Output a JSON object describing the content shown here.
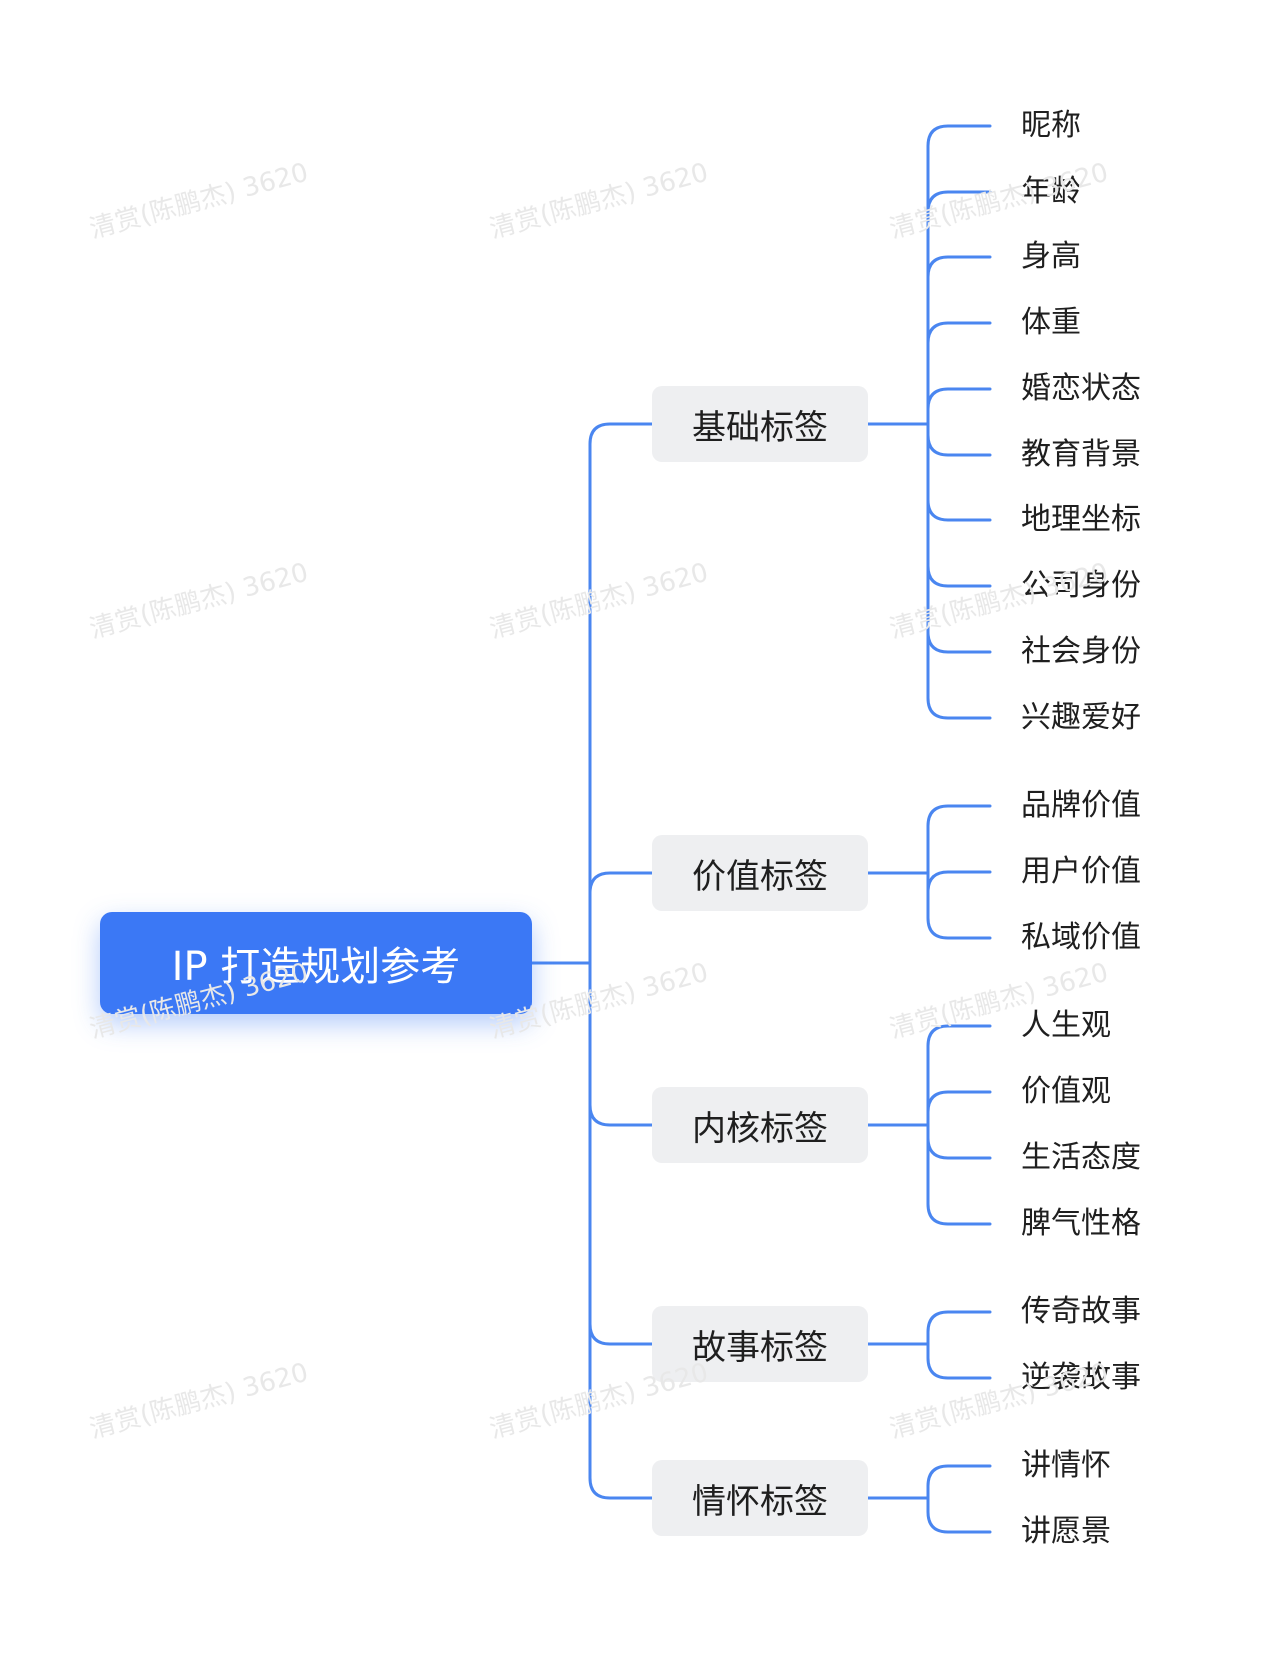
{
  "colors": {
    "accent": "#3b78f5",
    "branch_bg": "#eeeff1",
    "line": "#4a86f0"
  },
  "watermark_text": "清赏(陈鹏杰) 3620",
  "root": {
    "label": "IP 打造规划参考"
  },
  "branches": [
    {
      "label": "基础标签",
      "children": [
        "昵称",
        "年龄",
        "身高",
        "体重",
        "婚恋状态",
        "教育背景",
        "地理坐标",
        "公司身份",
        "社会身份",
        "兴趣爱好"
      ]
    },
    {
      "label": "价值标签",
      "children": [
        "品牌价值",
        "用户价值",
        "私域价值"
      ]
    },
    {
      "label": "内核标签",
      "children": [
        "人生观",
        "价值观",
        "生活态度",
        "脾气性格"
      ]
    },
    {
      "label": "故事标签",
      "children": [
        "传奇故事",
        "逆袭故事"
      ]
    },
    {
      "label": "情怀标签",
      "children": [
        "讲情怀",
        "讲愿景"
      ]
    }
  ]
}
